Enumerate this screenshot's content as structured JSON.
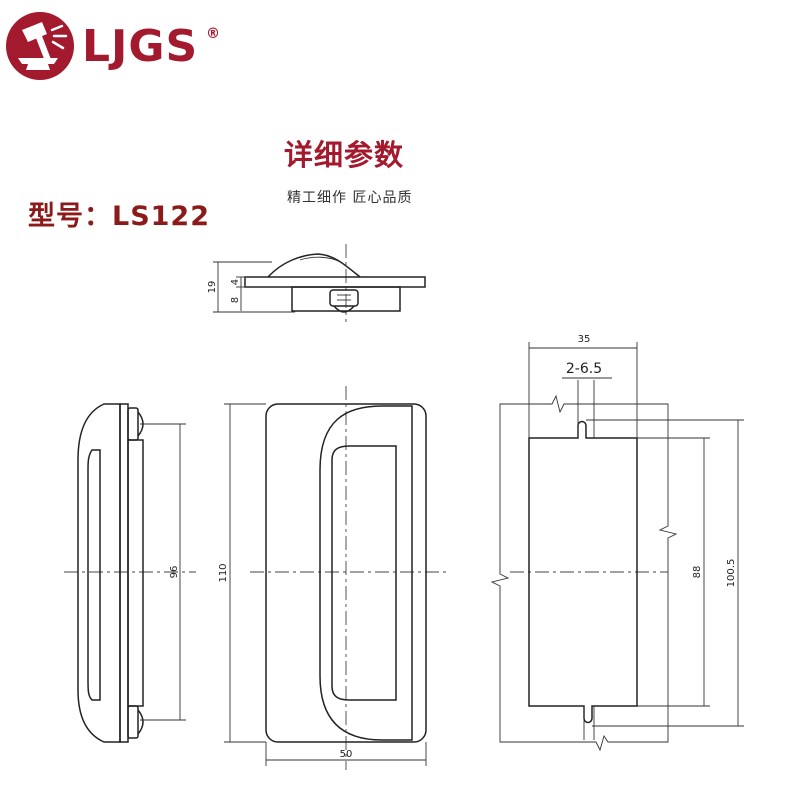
{
  "brand": {
    "name": "LJGS",
    "registered": "®",
    "color": "#a3192e"
  },
  "header": {
    "title": "详细参数",
    "subtitle": "精工细作 匠心品质"
  },
  "model_label": "型号：LS122",
  "colors": {
    "accent": "#8b1a1a",
    "title": "#a3192e",
    "line": "#222222"
  },
  "dimensions": {
    "top_total": "19",
    "top_upper": "4",
    "top_lower": "8",
    "side_height": "96",
    "front_height": "110",
    "front_width": "50",
    "cutout_width": "35",
    "hole_spec": "2-6.5",
    "cutout_inner": "88",
    "cutout_outer": "100.5"
  }
}
